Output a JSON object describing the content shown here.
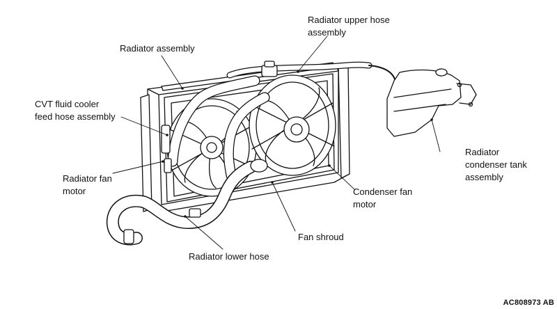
{
  "labels": {
    "radiator_upper_hose_1": "Radiator upper hose",
    "radiator_upper_hose_2": "assembly",
    "radiator_assembly": "Radiator assembly",
    "cvt_1": "CVT fluid cooler",
    "cvt_2": "feed hose assembly",
    "fan_motor_1": "Radiator fan",
    "fan_motor_2": "motor",
    "condenser_tank_1": "Radiator",
    "condenser_tank_2": "condenser tank",
    "condenser_tank_3": "assembly",
    "condenser_fan_1": "Condenser fan",
    "condenser_fan_2": "motor",
    "fan_shroud": "Fan shroud",
    "lower_hose": "Radiator lower hose"
  },
  "figure_code": "AC808973 AB"
}
